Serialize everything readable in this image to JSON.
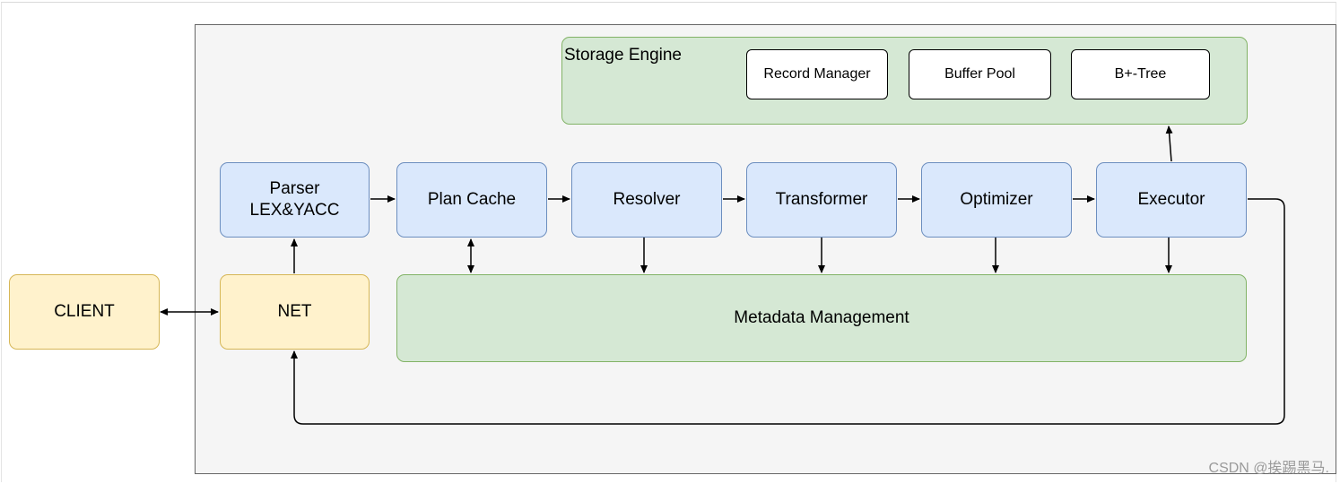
{
  "nodes": {
    "client": "CLIENT",
    "net": "NET",
    "parser": "Parser\nLEX&YACC",
    "plan_cache": "Plan Cache",
    "resolver": "Resolver",
    "transformer": "Transformer",
    "optimizer": "Optimizer",
    "executor": "Executor",
    "metadata": "Metadata Management"
  },
  "storage_engine": {
    "label": "Storage Engine",
    "components": [
      "Record Manager",
      "Buffer Pool",
      "B+-Tree"
    ]
  },
  "watermark": "CSDN @挨踢黑马."
}
